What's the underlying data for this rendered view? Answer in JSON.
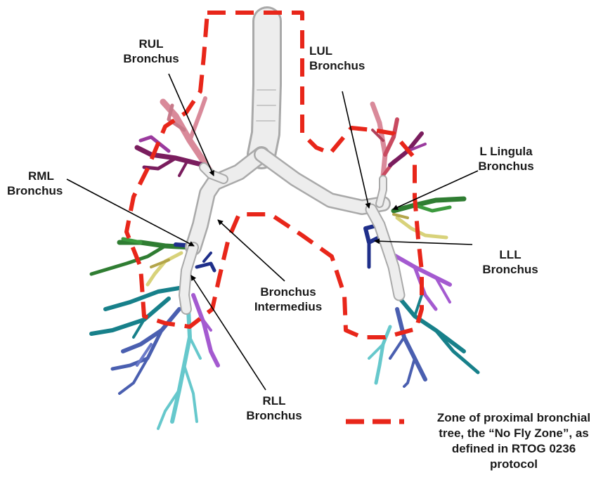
{
  "labels": {
    "rul": {
      "line1": "RUL",
      "line2": "Bronchus"
    },
    "lul": {
      "line1": "LUL",
      "line2": "Bronchus"
    },
    "l_lingula": {
      "line1": "L Lingula",
      "line2": "Bronchus"
    },
    "rml": {
      "line1": "RML",
      "line2": "Bronchus"
    },
    "lll": {
      "line1": "LLL",
      "line2": "Bronchus"
    },
    "bronchus_intermedius": {
      "line1": "Bronchus",
      "line2": "Intermedius"
    },
    "rll": {
      "line1": "RLL",
      "line2": "Bronchus"
    }
  },
  "legend": {
    "line1": "Zone of proximal bronchial",
    "line2": "tree, the “No Fly Zone”, as",
    "line3": "defined in RTOG 0236",
    "line4": "protocol",
    "swatch_color": "#e8261a"
  },
  "colors": {
    "zone_dash": "#e8261a",
    "trachea": "#ededed",
    "upper_lobe": "#7a1d5e",
    "pink": "#d98a9a",
    "green": "#2f7d32",
    "teal": "#17808a",
    "blue": "#4a5fb0",
    "purple": "#a45ad0",
    "cyan": "#66c8cc",
    "navy": "#1f2f8a",
    "yellow": "#d8d27a"
  }
}
